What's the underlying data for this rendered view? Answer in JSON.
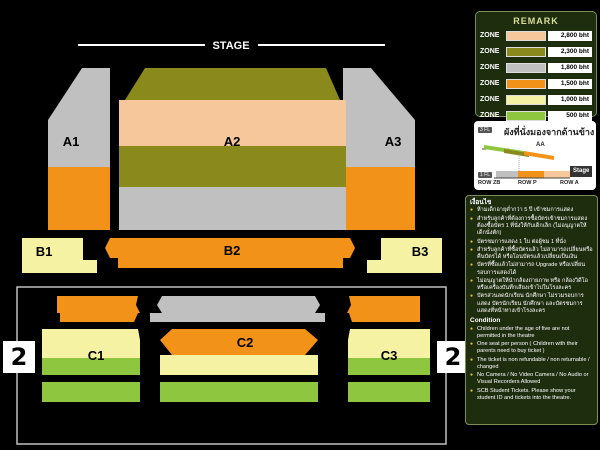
{
  "stage_label": "STAGE",
  "zones": {
    "A1": "A1",
    "A2": "A2",
    "A3": "A3",
    "B1": "B1",
    "B2": "B2",
    "B3": "B3",
    "C1": "C1",
    "C2": "C2",
    "C3": "C3"
  },
  "floor_number": "2",
  "remark": {
    "title": "REMARK",
    "rows": [
      {
        "zone": "ZONE",
        "price": "2,800 bht",
        "color": "#f5c79b"
      },
      {
        "zone": "ZONE",
        "price": "2,300 bht",
        "color": "#8a8a1c"
      },
      {
        "zone": "ZONE",
        "price": "1,800 bht",
        "color": "#c0c0c0"
      },
      {
        "zone": "ZONE",
        "price": "1,500 bht",
        "color": "#f29218"
      },
      {
        "zone": "ZONE",
        "price": "1,000 bht",
        "color": "#f5f2a4"
      },
      {
        "zone": "ZONE",
        "price": "500 bht",
        "color": "#8ec63f"
      }
    ]
  },
  "sideview": {
    "title": "ผังที่นั่งมองจากด้านข้าง",
    "tag_3fl": "3 FL",
    "tag_1fl": "1 FL",
    "label_aa": "AA",
    "label_stage": "Stage",
    "row_zb": "ROW ZB",
    "row_p": "ROW P",
    "row_a": "ROW A"
  },
  "info": {
    "thai_heading": "เงื่อนไข",
    "thai_items": [
      "ห้ามเด็กอายุต่ำกว่า 5 ปี เข้าชมการแสดง",
      "สำหรับลูกค้าที่ต้องการซื้อบัตรเข้าชมการแสดงต้องซื้อบัตร 1 ที่นั่งให้กับเด็กเล็ก (ไม่อนุญาตให้เด็กนั่งตัก)",
      "บัตรชมการแสดง 1 ใบ ต่อผู้ชม 1 ที่นั่ง",
      "สำหรับลูกค้าที่ซื้อบัตรแล้ว ไม่สามารถเปลี่ยนหรือคืนบัตรได้ หรือโอนบัตรแล้วเปลี่ยนเป็นเงิน",
      "บัตรที่ซื้อแล้วไม่สามารถ Upgrade หรือเปลี่ยนรอบการแสดงได้",
      "ไม่อนุญาตให้นำกล้องถ่ายภาพ หรือ กล้องวิดีโอ หรือเครื่องบันทึกเสียงเข้าไปในโรงละคร",
      "บัตรส่วนลดนักเรียน นักศึกษา ไม่รวมรอบการแสดง บัตรนักเรียน นักศึกษา และบัตรชมการแสดงที่หน้าทางเข้าโรงละคร"
    ],
    "en_heading": "Condition",
    "en_items": [
      "Children under the age of five are not permitted in the theatre",
      "One seat per person ( Children with their parents need to buy ticket )",
      "The ticket is non refundable / non returnable / changed",
      "No Camera / No Video Camera / No Audio or Visual Recorders Allowed",
      "SCB Student Tickets. Please show your student ID and tickets into the theatre."
    ]
  }
}
